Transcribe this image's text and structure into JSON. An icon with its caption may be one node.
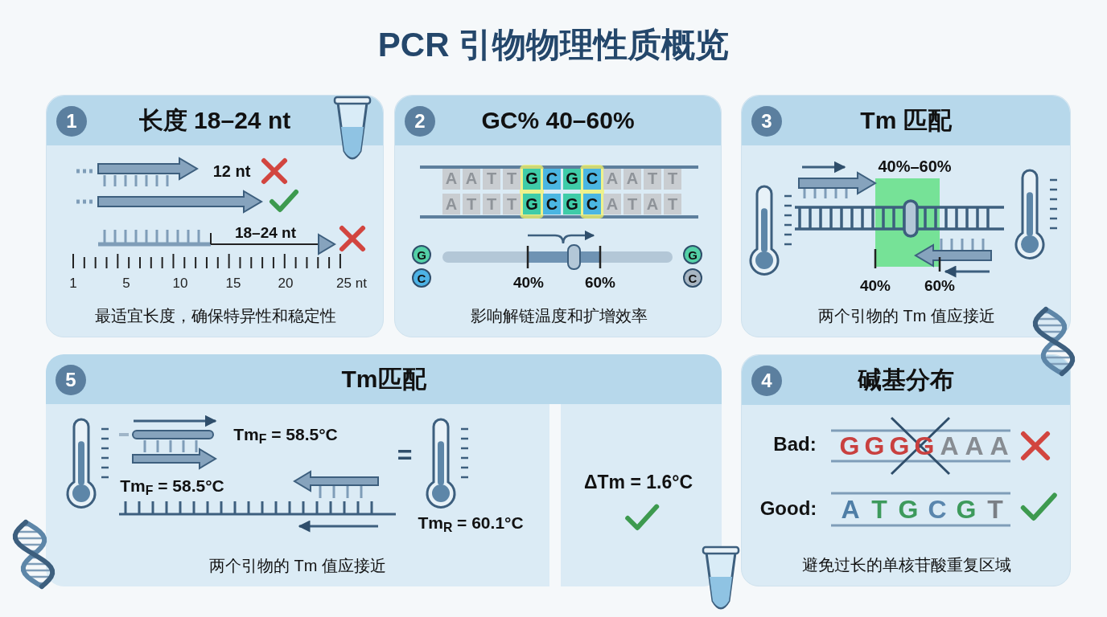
{
  "diagram": {
    "title": "PCR 引物物理性质概览",
    "nodes": [
      {
        "text": [
          "长度 18–24 nt",
          "最适宜长度，确保特异性和稳定性"
        ]
      },
      {
        "text": [
          "1"
        ],
        "in": 0
      },
      {
        "text": [
          "GC% 40–60%",
          "影响解链温度和扩增效率"
        ]
      },
      {
        "text": [
          "2"
        ],
        "in": 2
      },
      {
        "text": [
          "Tm 匹配",
          "两个引物的 Tm 值应接近"
        ]
      },
      {
        "text": [
          "3"
        ],
        "in": 4
      },
      {
        "text": [
          "Tm匹配",
          "两个引物的 Tm 值应接近"
        ]
      },
      {
        "text": [
          "5"
        ],
        "in": 6
      },
      {
        "text": [
          "ΔTm = 1.6°C"
        ],
        "in": 6
      },
      {
        "text": [
          "碱基分布",
          "避免过长的单核苷酸重复区域"
        ]
      },
      {
        "text": [
          "4"
        ],
        "in": 9
      }
    ],
    "labels": [
      "12 nt",
      "18–24 nt",
      "1",
      "5",
      "10",
      "15",
      "20",
      "25 nt",
      "A",
      "A",
      "T",
      "T",
      "G",
      "C",
      "G",
      "C",
      "A",
      "A",
      "T",
      "T",
      "A",
      "T",
      "T",
      "T",
      "G",
      "C",
      "G",
      "C",
      "A",
      "T",
      "A",
      "T",
      "G",
      "C",
      "G",
      "C",
      "40%",
      "60%",
      "40%–60%",
      "40%",
      "60%",
      "Tm$_{F}$ = 58.5°C",
      "=",
      "Tm$_{F}$ = 58.5°C",
      "Tm$_{R}$ = 60.1°C",
      "Bad:",
      "G",
      "G",
      "G",
      "G",
      "A",
      "A",
      "A",
      "Good:",
      "A",
      "T",
      "G",
      "C",
      "G",
      "T"
    ]
  }
}
